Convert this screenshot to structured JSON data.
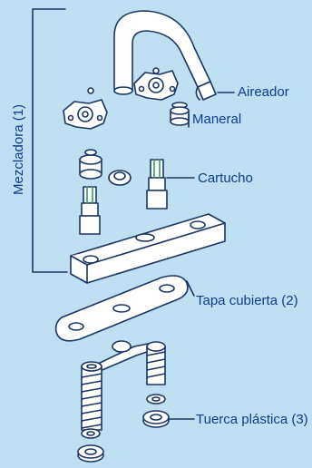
{
  "labels": {
    "mezcladora": "Mezcladora (1)",
    "aireador": "Aireador",
    "maneral": "Maneral",
    "cartucho": "Cartucho",
    "tapa": "Tapa cubierta (2)",
    "tuerca": "Tuerca plástica (3)"
  },
  "colors": {
    "background": "#bfe0f3",
    "line": "#1b3566",
    "part_fill": "#ffffff",
    "label_text": "#0d3d8e",
    "cartridge_accent": "#2f9e5a"
  }
}
